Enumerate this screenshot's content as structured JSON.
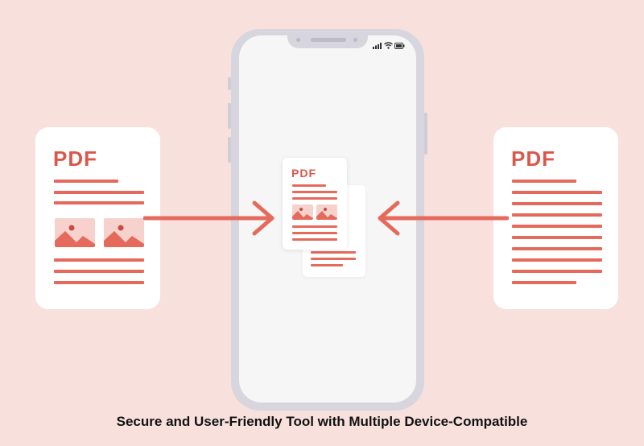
{
  "left_document": {
    "label": "PDF"
  },
  "right_document": {
    "label": "PDF"
  },
  "phone_document": {
    "label": "PDF"
  },
  "caption": {
    "text": "Secure and User-Friendly Tool with Multiple Device-Compatible"
  },
  "colors": {
    "background": "#f8e1dc",
    "accent": "#e56a5c",
    "title": "#d9584b",
    "phone": "#d7d5de"
  },
  "icons": [
    "image-icon",
    "arrow-right-icon",
    "arrow-left-icon",
    "signal-icon",
    "wifi-icon",
    "battery-icon"
  ]
}
